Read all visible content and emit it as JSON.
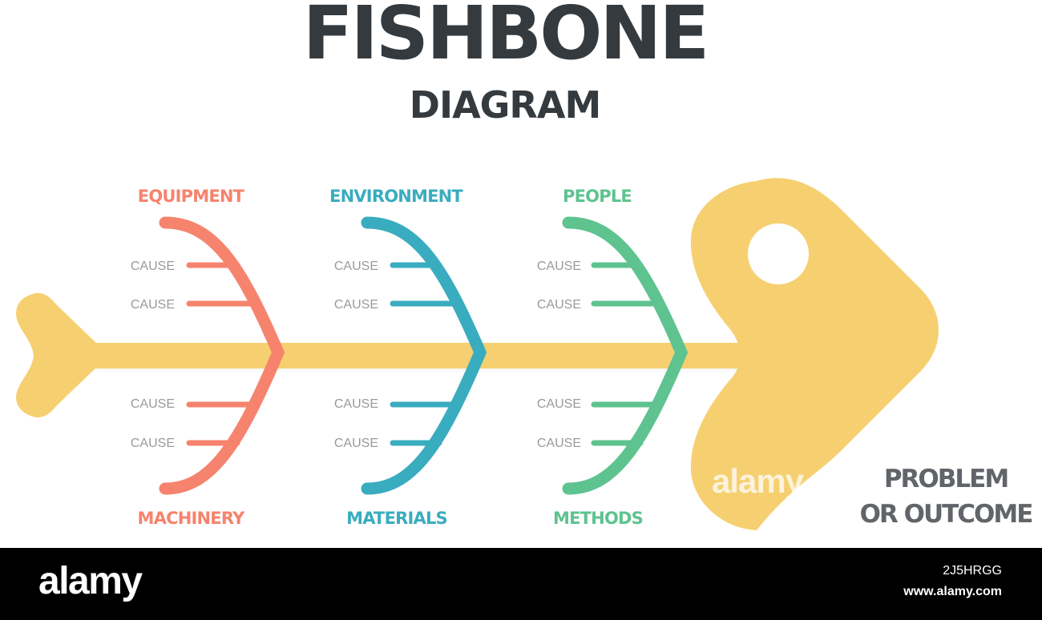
{
  "header": {
    "title": "FISHBONE",
    "subtitle": "DIAGRAM"
  },
  "colors": {
    "bone": "#f6d070",
    "equipment": "#f6836d",
    "environment": "#3aacbf",
    "people": "#5ec38f",
    "text_dark": "#353a3e",
    "outcome_text": "#616468",
    "cause_text": "#9a9a9a"
  },
  "diagram": {
    "categories_top": [
      {
        "label": "EQUIPMENT",
        "color": "#f6836d",
        "causes": [
          "CAUSE",
          "CAUSE"
        ]
      },
      {
        "label": "ENVIRONMENT",
        "color": "#3aacbf",
        "causes": [
          "CAUSE",
          "CAUSE"
        ]
      },
      {
        "label": "PEOPLE",
        "color": "#5ec38f",
        "causes": [
          "CAUSE",
          "CAUSE"
        ]
      }
    ],
    "categories_bottom": [
      {
        "label": "MACHINERY",
        "color": "#f6836d",
        "causes": [
          "CAUSE",
          "CAUSE"
        ]
      },
      {
        "label": "MATERIALS",
        "color": "#3aacbf",
        "causes": [
          "CAUSE",
          "CAUSE"
        ]
      },
      {
        "label": "METHODS",
        "color": "#5ec38f",
        "causes": [
          "CAUSE",
          "CAUSE"
        ]
      }
    ],
    "outcome": {
      "line1": "PROBLEM",
      "line2": "OR OUTCOME"
    }
  },
  "watermark": {
    "text": "alamy"
  },
  "footer": {
    "logo": "alamy",
    "image_id": "2J5HRGG",
    "url": "www.alamy.com"
  }
}
